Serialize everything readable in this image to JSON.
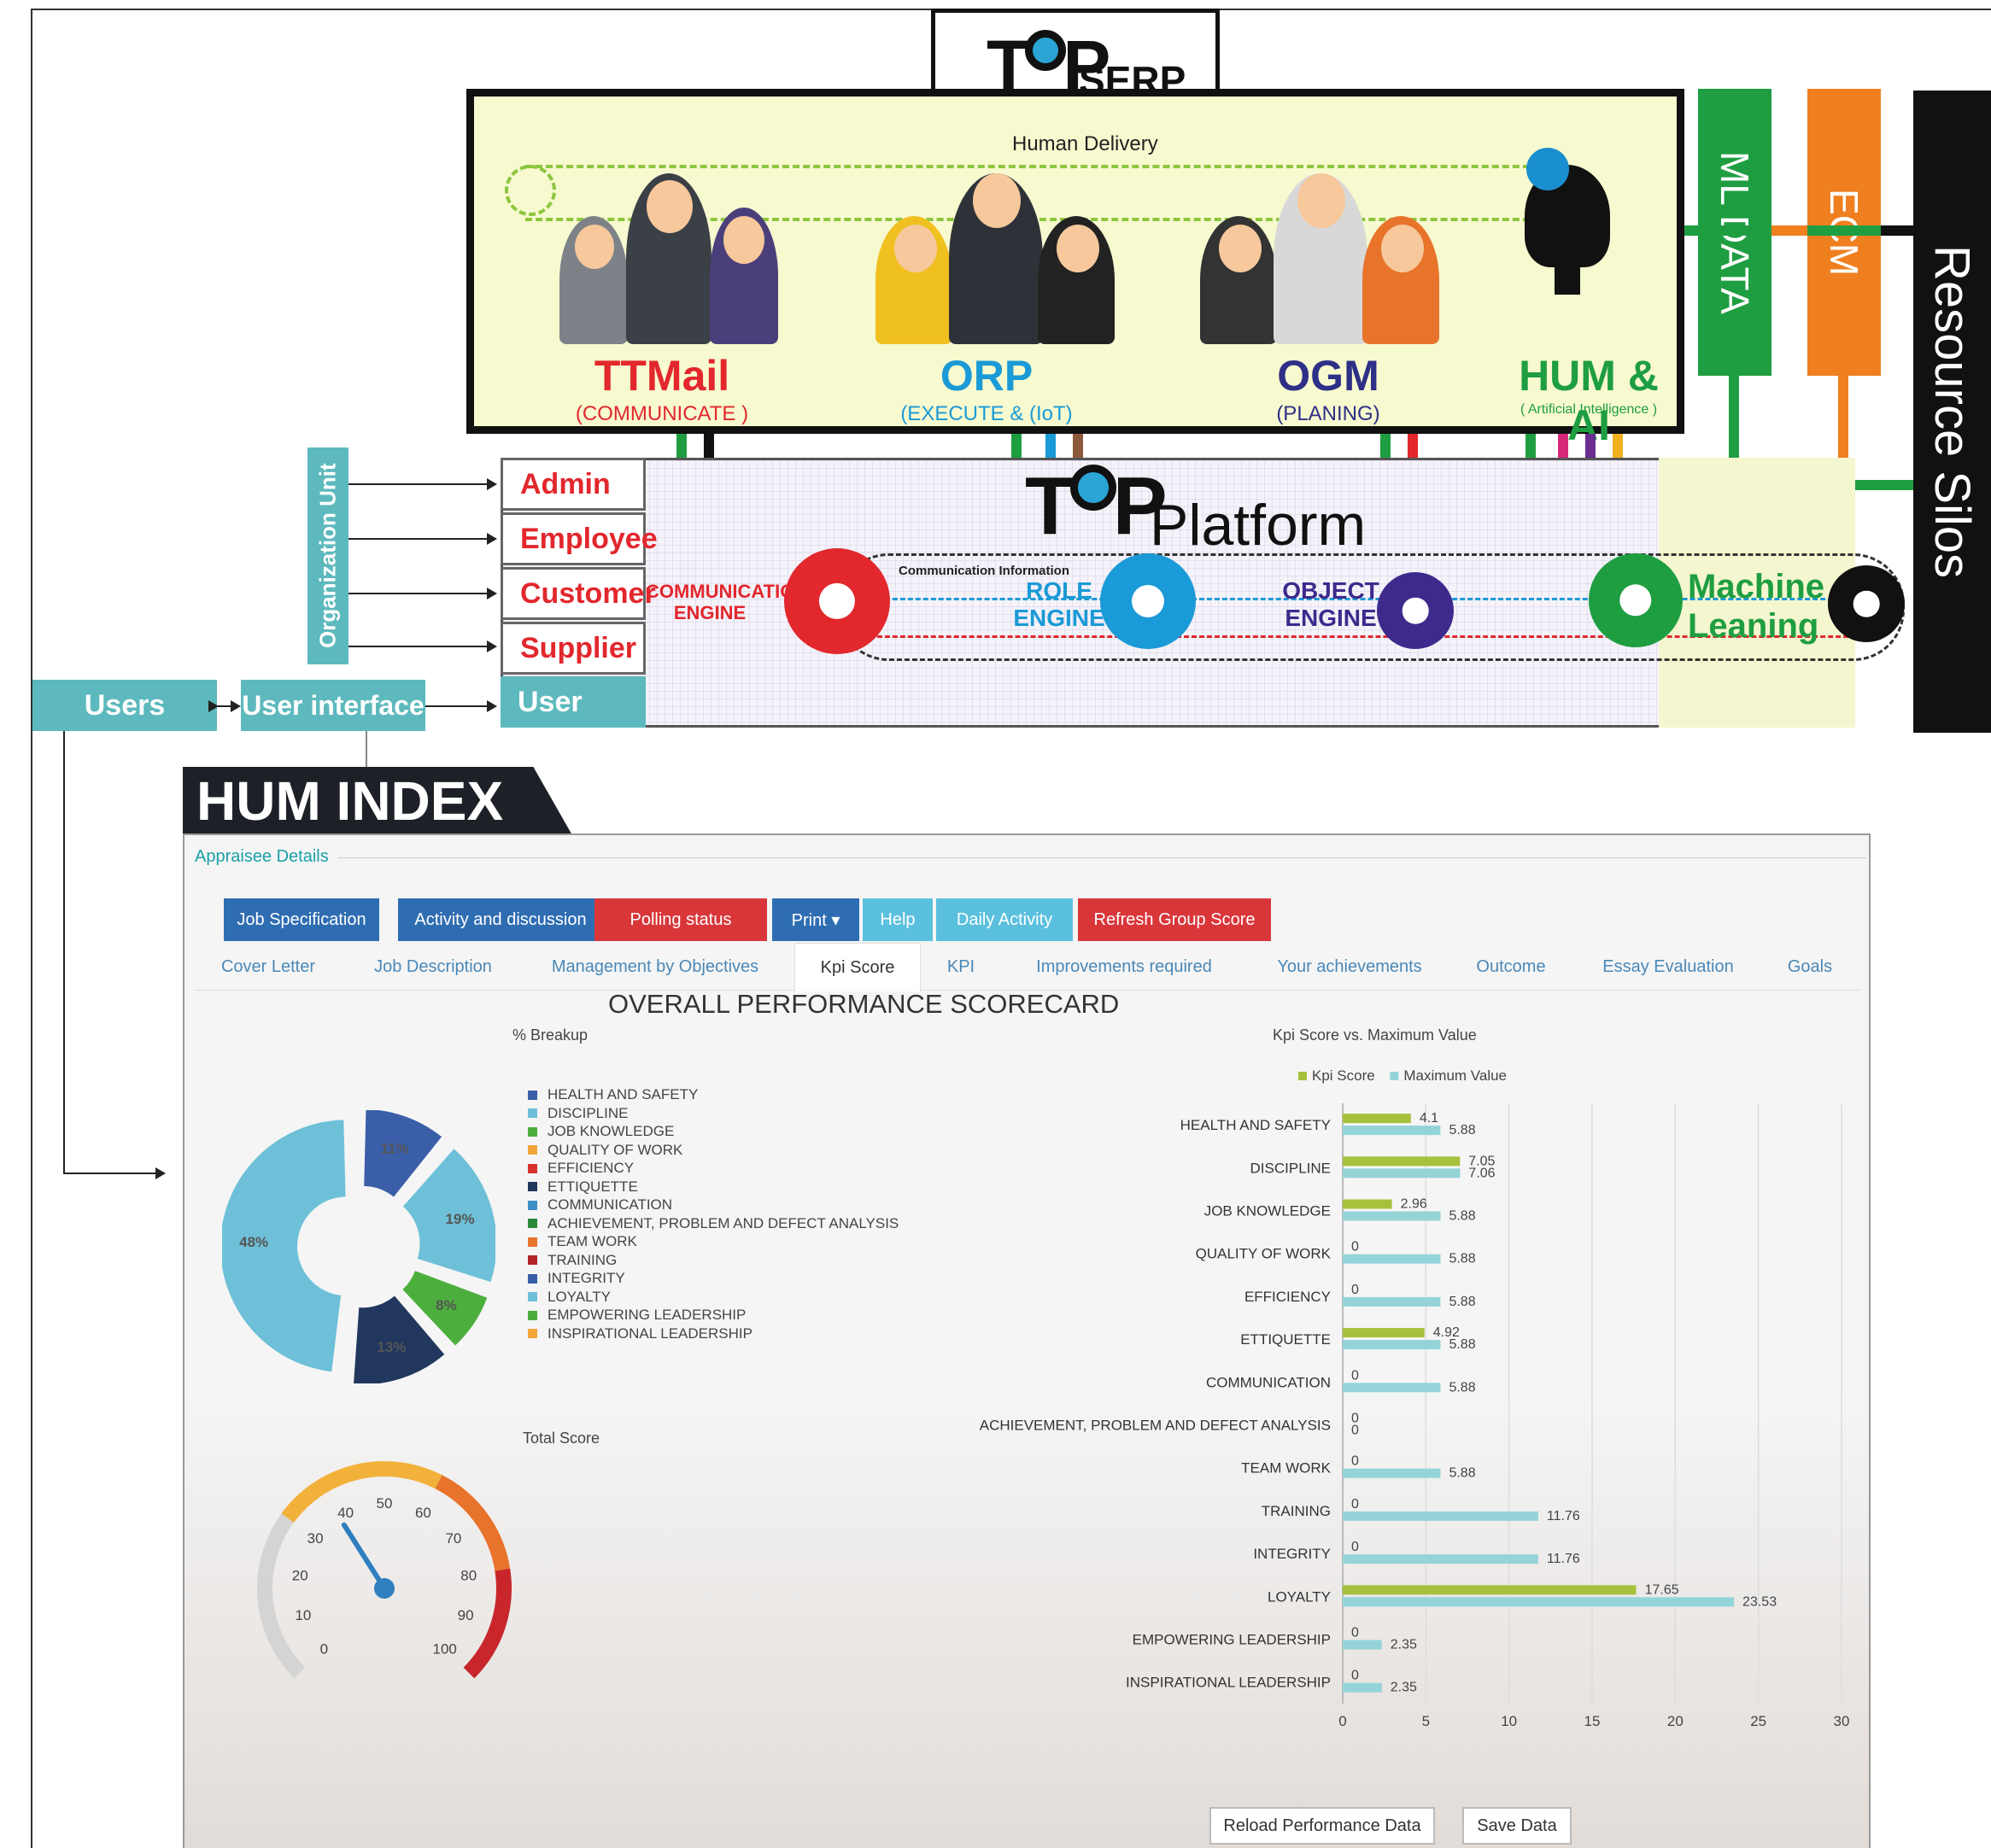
{
  "serp_logo": {
    "tp": "TP",
    "word": "SERP"
  },
  "human_delivery": "Human Delivery",
  "modules": [
    {
      "title": "TTMail",
      "subtitle": "(COMMUNICATE )",
      "color": "#e2272d"
    },
    {
      "title": "ORP",
      "subtitle": "(EXECUTE & (IoT)",
      "color": "#1a9ad6"
    },
    {
      "title": "OGM",
      "subtitle": "(PLANING)",
      "color": "#2e2f86"
    },
    {
      "title": "HUM & AI",
      "subtitle": "( Artificial Intelligence )",
      "color": "#1e9e41"
    }
  ],
  "side_bars": {
    "ml_data": "ML DATA",
    "ecm": "ECM",
    "resource_silos": "Resource Silos"
  },
  "platform": {
    "logo": "TP",
    "word": "Platform",
    "comm_info": "Communication Information",
    "engines": [
      {
        "label": "COMMUNICATION ENGINE",
        "color": "#e2272d"
      },
      {
        "label": "ROLE ENGINE",
        "color": "#1a9ad6"
      },
      {
        "label": "OBJECT ENGINE",
        "color": "#3d2a8c"
      }
    ],
    "machine_learning": "Machine Leaning"
  },
  "roles": [
    "Admin",
    "Employee",
    "Customer",
    "Supplier"
  ],
  "user_cell": "User",
  "org_unit": "Organization Unit",
  "users": "Users",
  "user_interface": "User interface",
  "hum_index": "HUM INDEX",
  "appraisee_details": "Appraisee Details",
  "buttons": [
    {
      "label": "Job Specification",
      "color": "#2f6db2"
    },
    {
      "label": "Activity and discussion",
      "color": "#2f6db2"
    },
    {
      "label": "Polling status",
      "color": "#d9363a"
    },
    {
      "label": "Print ▾",
      "color": "#2f6db2"
    },
    {
      "label": "Help",
      "color": "#5bc0de"
    },
    {
      "label": "Daily Activity",
      "color": "#5bc0de"
    },
    {
      "label": "Refresh Group Score",
      "color": "#d9363a"
    }
  ],
  "tabs": [
    "Cover Letter",
    "Job Description",
    "Management by Objectives",
    "Kpi Score",
    "KPI",
    "Improvements required",
    "Your achievements",
    "Outcome",
    "Essay Evaluation",
    "Goals"
  ],
  "active_tab": "Kpi Score",
  "scorecard_title": "OVERALL PERFORMANCE SCORECARD",
  "pie_title": "% Breakup",
  "gauge_title": "Total Score",
  "bar_title": "Kpi Score vs. Maximum Value",
  "footer_buttons": {
    "reload": "Reload Performance Data",
    "save": "Save Data"
  },
  "chart_data": [
    {
      "type": "pie",
      "title": "% Breakup",
      "legend": [
        {
          "label": "HEALTH AND SAFETY",
          "color": "#3a5ea8"
        },
        {
          "label": "DISCIPLINE",
          "color": "#6ec0d8"
        },
        {
          "label": "JOB KNOWLEDGE",
          "color": "#4caf3d"
        },
        {
          "label": "QUALITY OF WORK",
          "color": "#f0a63a"
        },
        {
          "label": "EFFICIENCY",
          "color": "#d8322e"
        },
        {
          "label": "ETTIQUETTE",
          "color": "#22375e"
        },
        {
          "label": "COMMUNICATION",
          "color": "#3b8fc4"
        },
        {
          "label": "ACHIEVEMENT, PROBLEM AND DEFECT ANALYSIS",
          "color": "#2a8a3a"
        },
        {
          "label": "TEAM WORK",
          "color": "#e8732a"
        },
        {
          "label": "TRAINING",
          "color": "#b3252b"
        },
        {
          "label": "INTEGRITY",
          "color": "#3a5ea8"
        },
        {
          "label": "LOYALTY",
          "color": "#6ec0d8"
        },
        {
          "label": "EMPOWERING LEADERSHIP",
          "color": "#4caf3d"
        },
        {
          "label": "INSPIRATIONAL LEADERSHIP",
          "color": "#f0a63a"
        }
      ],
      "slices": [
        {
          "label": "11%",
          "value": 11,
          "color": "#3a5ea8"
        },
        {
          "label": "19%",
          "value": 19,
          "color": "#6ec0d8"
        },
        {
          "label": "8%",
          "value": 8,
          "color": "#4caf3d"
        },
        {
          "label": "13%",
          "value": 13,
          "color": "#22375e"
        },
        {
          "label": "48%",
          "value": 48,
          "color": "#6ec0d8"
        }
      ]
    },
    {
      "type": "gauge",
      "title": "Total Score",
      "min": 0,
      "max": 100,
      "value": 38,
      "ticks": [
        "0",
        "10",
        "20",
        "30",
        "40",
        "50",
        "60",
        "70",
        "80",
        "90",
        "100"
      ]
    },
    {
      "type": "bar",
      "orientation": "horizontal",
      "title": "Kpi Score vs. Maximum Value",
      "categories": [
        "HEALTH AND SAFETY",
        "DISCIPLINE",
        "JOB KNOWLEDGE",
        "QUALITY OF WORK",
        "EFFICIENCY",
        "ETTIQUETTE",
        "COMMUNICATION",
        "ACHIEVEMENT, PROBLEM AND DEFECT ANALYSIS",
        "TEAM WORK",
        "TRAINING",
        "INTEGRITY",
        "LOYALTY",
        "EMPOWERING LEADERSHIP",
        "INSPIRATIONAL LEADERSHIP"
      ],
      "series": [
        {
          "name": "Kpi Score",
          "color": "#a6c13c",
          "values": [
            4.1,
            7.05,
            2.96,
            0,
            0,
            4.92,
            0,
            0,
            0,
            0,
            0,
            17.65,
            0,
            0
          ],
          "labels": [
            "4.1",
            "7.05",
            "2.96",
            "0",
            "0",
            "4.92",
            "0",
            "0",
            "0",
            "0",
            "0",
            "17.65",
            "0",
            "0"
          ]
        },
        {
          "name": "Maximum Value",
          "color": "#94d4d8",
          "values": [
            5.88,
            7.06,
            5.88,
            5.88,
            5.88,
            5.88,
            5.88,
            0,
            5.88,
            11.76,
            11.76,
            23.53,
            2.35,
            2.35
          ],
          "labels": [
            "5.88",
            "7.06",
            "5.88",
            "5.88",
            "5.88",
            "5.88",
            "5.88",
            "0",
            "5.88",
            "11.76",
            "11.76",
            "23.53",
            "2.35",
            "2.35"
          ]
        }
      ],
      "xlim": [
        0,
        30
      ],
      "xticks": [
        "0",
        "5",
        "10",
        "15",
        "20",
        "25",
        "30"
      ],
      "grid": true,
      "legend_position": "top"
    }
  ]
}
